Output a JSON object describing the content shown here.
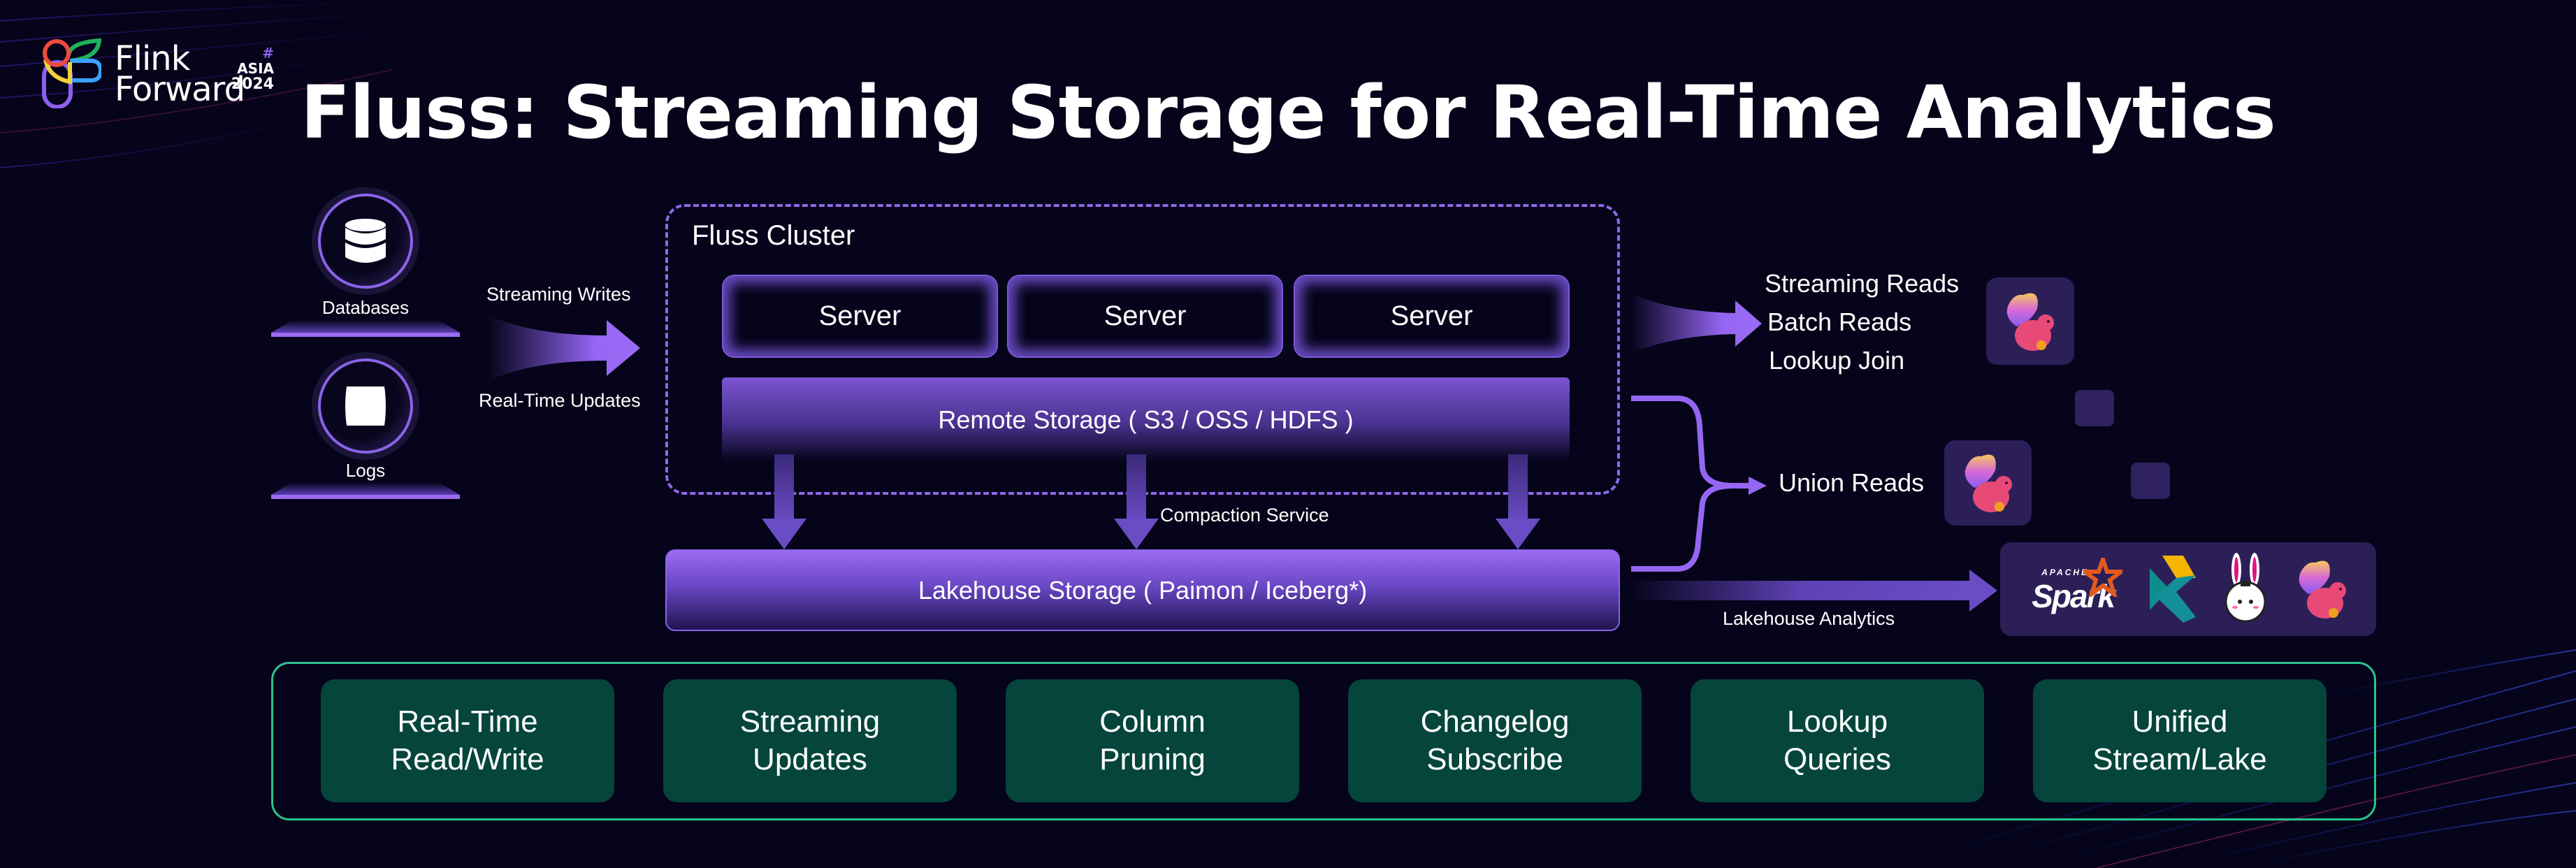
{
  "logo": {
    "line1": "Flink",
    "line2": "Forward",
    "tag_hash": "#",
    "tag_region": "ASIA",
    "tag_year": "2024"
  },
  "title": "Fluss: Streaming Storage for Real-Time Analytics",
  "sources": [
    {
      "label": "Databases",
      "icon": "database-icon"
    },
    {
      "label": "Logs",
      "icon": "log-file-icon"
    }
  ],
  "ingest": {
    "top_label": "Streaming Writes",
    "bottom_label": "Real-Time Updates"
  },
  "cluster": {
    "title": "Fluss Cluster",
    "servers": [
      "Server",
      "Server",
      "Server"
    ],
    "remote_storage": "Remote Storage ( S3 / OSS / HDFS )"
  },
  "compaction_label": "Compaction Service",
  "lakehouse_storage": "Lakehouse Storage  ( Paimon / Iceberg*)",
  "reads": {
    "items": [
      "Streaming Reads",
      "Batch Reads",
      "Lookup Join"
    ],
    "engine_icon": "apache-flink-icon"
  },
  "union": {
    "label": "Union Reads",
    "engine_icon": "apache-flink-icon"
  },
  "lakehouse_analytics": {
    "label": "Lakehouse Analytics",
    "engines": [
      {
        "name": "Apache Spark",
        "icon": "apache-spark-icon",
        "small_text": "APACHE",
        "big_text": "Spark"
      },
      {
        "name": "StarRocks",
        "icon": "starrocks-icon"
      },
      {
        "name": "Trino",
        "icon": "trino-bunny-icon"
      },
      {
        "name": "Apache Flink",
        "icon": "apache-flink-icon"
      }
    ]
  },
  "features": [
    {
      "line1": "Real-Time",
      "line2": "Read/Write"
    },
    {
      "line1": "Streaming",
      "line2": "Updates"
    },
    {
      "line1": "Column",
      "line2": "Pruning"
    },
    {
      "line1": "Changelog",
      "line2": "Subscribe"
    },
    {
      "line1": "Lookup",
      "line2": "Queries"
    },
    {
      "line1": "Unified",
      "line2": "Stream/Lake"
    }
  ],
  "colors": {
    "background": "#05041a",
    "accent_purple": "#8f67ea",
    "feature_card": "#05453b",
    "feature_border": "#2dc38f",
    "tile": "#2c1f58"
  }
}
